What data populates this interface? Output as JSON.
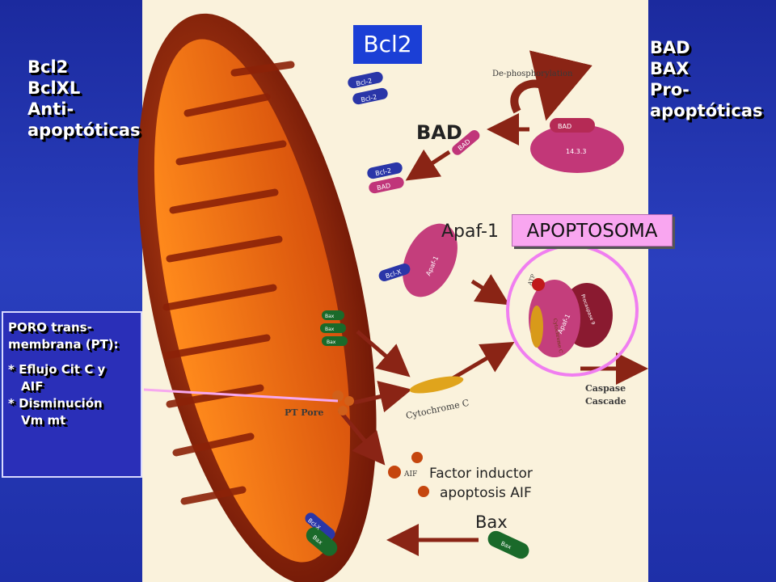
{
  "left_list": [
    "Bcl2",
    "BclXL",
    "Anti-",
    "apoptóticas"
  ],
  "right_list": [
    "BAD",
    "BAX",
    "Pro-",
    "apoptóticas"
  ],
  "bcl2_box": "Bcl2",
  "apoptosoma_box": "APOPTOSOMA",
  "labels": {
    "bad": "BAD",
    "apaf1": "Apaf-1",
    "factor_line1": "Factor inductor",
    "factor_line2": "apoptosis AIF",
    "bax": "Bax"
  },
  "poro_box": {
    "line1": "PORO trans-",
    "line2": "membrana (PT):",
    "bullet1_a": "* Eflujo Cit C y",
    "bullet1_b": "AIF",
    "bullet2_a": "* Disminución",
    "bullet2_b": "Vm mt"
  },
  "diagram_text": {
    "bcl2_a": "Bcl-2",
    "bcl2_b": "Bcl-2",
    "bcl2_c": "Bcl-2",
    "bad_pill": "BAD",
    "bad_small": "BAD",
    "dephos": "De-phosphorylation",
    "bad_complex": "BAD",
    "p1433": "14.3.3",
    "bclx_1": "Bcl-X",
    "apaf_big": "Apaf-1",
    "atp": "ATP",
    "apaf_round": "Apaf-1",
    "cytc_round": "Cytochrome C",
    "procasp": "Procaspase 9",
    "bax_a": "Bax",
    "bax_b": "Bax",
    "bax_c": "Bax",
    "cyto_c": "Cytochrome C",
    "pt_pore": "PT Pore",
    "caspase": "Caspase",
    "cascade": "Cascade",
    "aif": "AIF",
    "bclx_2": "Bcl-X",
    "bax_d": "Bax",
    "bax_e": "Bax"
  },
  "colors": {
    "background_blue": "#2236b0",
    "panel": "#faf2dc",
    "mito_outer": "#8a1c0a",
    "mito_inner": "#e8650f",
    "arrow": "#8a2415",
    "apoptosome_ring": "#f07ef0"
  }
}
